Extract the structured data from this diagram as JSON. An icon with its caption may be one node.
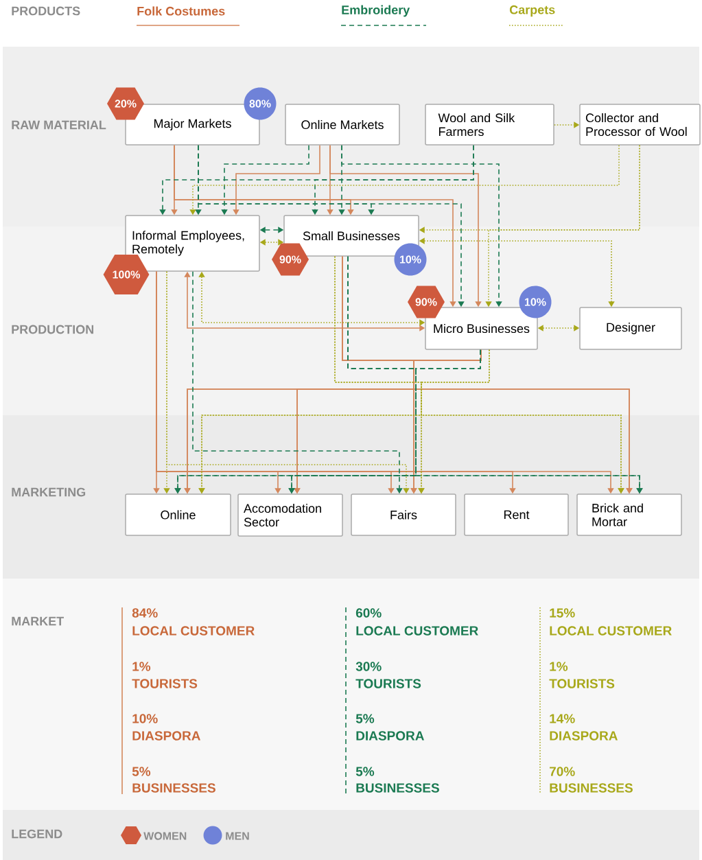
{
  "diagram": {
    "nodes": [
      {
        "text": [
          "Major Markets"
        ]
      },
      {
        "text": [
          "Online Markets"
        ]
      },
      {
        "text": [
          "Wool and Silk Farmers"
        ]
      },
      {
        "text": [
          "Collector and Processor of Wool"
        ]
      },
      {
        "text": [
          "Informal Employees, Remotely"
        ]
      },
      {
        "text": [
          "Small Businesses"
        ]
      },
      {
        "text": [
          "Micro Businesses"
        ]
      },
      {
        "text": [
          "Designer"
        ]
      },
      {
        "text": [
          "Online"
        ]
      },
      {
        "text": [
          "Accomodation Sector"
        ]
      },
      {
        "text": [
          "Fairs"
        ]
      },
      {
        "text": [
          "Rent"
        ]
      },
      {
        "text": [
          "Brick and Mortar"
        ]
      },
      {
        "text": [
          "20%"
        ]
      },
      {
        "text": [
          "80%"
        ]
      },
      {
        "text": [
          "100%"
        ]
      },
      {
        "text": [
          "90%"
        ]
      },
      {
        "text": [
          "10%"
        ]
      },
      {
        "text": [
          "90%"
        ]
      },
      {
        "text": [
          "10%"
        ]
      }
    ],
    "edges": [
      {
        "from": 0,
        "to": 4,
        "arrow": "to"
      },
      {
        "from": 0,
        "to": 5,
        "arrow": "to"
      },
      {
        "from": 0,
        "to": 6,
        "arrow": "to"
      },
      {
        "from": 1,
        "to": 4,
        "arrow": "to"
      },
      {
        "from": 1,
        "to": 5,
        "arrow": "to"
      },
      {
        "from": 1,
        "to": 6,
        "arrow": "to"
      },
      {
        "from": 4,
        "to": 6,
        "arrow": "both"
      },
      {
        "from": 4,
        "to": 8,
        "arrow": "to"
      },
      {
        "from": 4,
        "to": 9,
        "arrow": "to"
      },
      {
        "from": 4,
        "to": 10,
        "arrow": "to"
      },
      {
        "from": 4,
        "to": 11,
        "arrow": "to"
      },
      {
        "from": 4,
        "to": 12,
        "arrow": "to"
      },
      {
        "from": 5,
        "to": 10,
        "arrow": "to"
      },
      {
        "from": 5,
        "to": 8,
        "arrow": "to"
      },
      {
        "from": 5,
        "to": 9,
        "arrow": "to"
      },
      {
        "from": 5,
        "to": 12,
        "arrow": "to"
      },
      {
        "from": 6,
        "to": 10,
        "arrow": "to"
      },
      {
        "from": 6,
        "to": 8,
        "arrow": "to"
      },
      {
        "from": 6,
        "to": 9,
        "arrow": "to"
      },
      {
        "from": 6,
        "to": 12,
        "arrow": "to"
      },
      {
        "from": 0,
        "to": 4,
        "arrow": "to",
        "style": "dashed",
        "color": "#1b7a52"
      },
      {
        "from": 0,
        "to": 5,
        "arrow": "to",
        "style": "dashed",
        "color": "#1b7a52"
      },
      {
        "from": 0,
        "to": 6,
        "arrow": "to",
        "style": "dashed",
        "color": "#1b7a52"
      },
      {
        "from": 1,
        "to": 4,
        "arrow": "to",
        "style": "dashed",
        "color": "#1b7a52"
      },
      {
        "from": 1,
        "to": 5,
        "arrow": "to",
        "style": "dashed",
        "color": "#1b7a52"
      },
      {
        "from": 1,
        "to": 6,
        "arrow": "to",
        "style": "dashed",
        "color": "#1b7a52"
      },
      {
        "from": 2,
        "to": 4,
        "arrow": "to",
        "style": "dashed",
        "color": "#1b7a52"
      },
      {
        "from": 2,
        "to": 5,
        "arrow": "to",
        "style": "dashed",
        "color": "#1b7a52"
      },
      {
        "from": 4,
        "to": 5,
        "arrow": "both",
        "style": "dashed",
        "color": "#1b7a52"
      },
      {
        "from": 4,
        "to": 10,
        "arrow": "to",
        "style": "dashed",
        "color": "#1b7a52"
      },
      {
        "from": 5,
        "to": 8,
        "arrow": "to",
        "style": "dashed",
        "color": "#1b7a52"
      },
      {
        "from": 5,
        "to": 9,
        "arrow": "to",
        "style": "dashed",
        "color": "#1b7a52"
      },
      {
        "from": 5,
        "to": 12,
        "arrow": "to",
        "style": "dashed",
        "color": "#1b7a52"
      },
      {
        "from": 6,
        "to": 8,
        "arrow": "to",
        "style": "dashed",
        "color": "#1b7a52"
      },
      {
        "from": 6,
        "to": 9,
        "arrow": "to",
        "style": "dashed",
        "color": "#1b7a52"
      },
      {
        "from": 6,
        "to": 12,
        "arrow": "to",
        "style": "dashed",
        "color": "#1b7a52"
      },
      {
        "from": 2,
        "to": 3,
        "arrow": "to",
        "style": "dashed",
        "color": "#a8a81a"
      },
      {
        "from": 3,
        "to": 4,
        "arrow": "to",
        "style": "dashed",
        "color": "#a8a81a"
      },
      {
        "from": 3,
        "to": 5,
        "arrow": "to",
        "style": "dashed",
        "color": "#a8a81a"
      },
      {
        "from": 3,
        "to": 6,
        "arrow": "to",
        "style": "dashed",
        "color": "#a8a81a"
      },
      {
        "from": 5,
        "to": 7,
        "arrow": "both",
        "style": "dashed",
        "color": "#a8a81a"
      },
      {
        "from": 6,
        "to": 7,
        "arrow": "both",
        "style": "dashed",
        "color": "#a8a81a"
      },
      {
        "from": 4,
        "to": 5,
        "arrow": "both",
        "style": "dashed",
        "color": "#a8a81a"
      },
      {
        "from": 4,
        "to": 6,
        "arrow": "both",
        "style": "dashed",
        "color": "#a8a81a"
      },
      {
        "from": 4,
        "to": 8,
        "arrow": "to",
        "style": "dashed",
        "color": "#a8a81a"
      },
      {
        "from": 4,
        "to": 10,
        "arrow": "to",
        "style": "dashed",
        "color": "#a8a81a"
      },
      {
        "from": 5,
        "to": 8,
        "arrow": "to",
        "style": "dashed",
        "color": "#a8a81a"
      },
      {
        "from": 5,
        "to": 10,
        "arrow": "to",
        "style": "dashed",
        "color": "#a8a81a"
      },
      {
        "from": 5,
        "to": 12,
        "arrow": "to",
        "style": "dashed",
        "color": "#a8a81a"
      },
      {
        "from": 6,
        "to": 8,
        "arrow": "to",
        "style": "dashed",
        "color": "#a8a81a"
      },
      {
        "from": 6,
        "to": 10,
        "arrow": "to",
        "style": "dashed",
        "color": "#a8a81a"
      },
      {
        "from": 6,
        "to": 12,
        "arrow": "to",
        "style": "dashed",
        "color": "#a8a81a"
      }
    ],
    "labels": [
      "PRODUCTS",
      "RAW MATERIAL",
      "PRODUCTION",
      "MARKETING",
      "MARKET",
      "84%",
      "LOCAL CUSTOMER",
      "1%",
      "TOURISTS",
      "10%",
      "DIASPORA",
      "5%",
      "BUSINESSES",
      "60%",
      "LOCAL CUSTOMER",
      "30%",
      "TOURISTS",
      "5%",
      "DIASPORA",
      "5%",
      "BUSINESSES",
      "15%",
      "LOCAL CUSTOMER",
      "1%",
      "TOURISTS",
      "14%",
      "DIASPORA",
      "70%",
      "BUSINESSES",
      "LEGEND"
    ],
    "legend": [
      {
        "text": "Folk Costumes"
      },
      {
        "text": "Embroidery"
      },
      {
        "text": "Carpets"
      },
      {
        "text": "WOMEN"
      },
      {
        "text": "MEN"
      }
    ]
  }
}
